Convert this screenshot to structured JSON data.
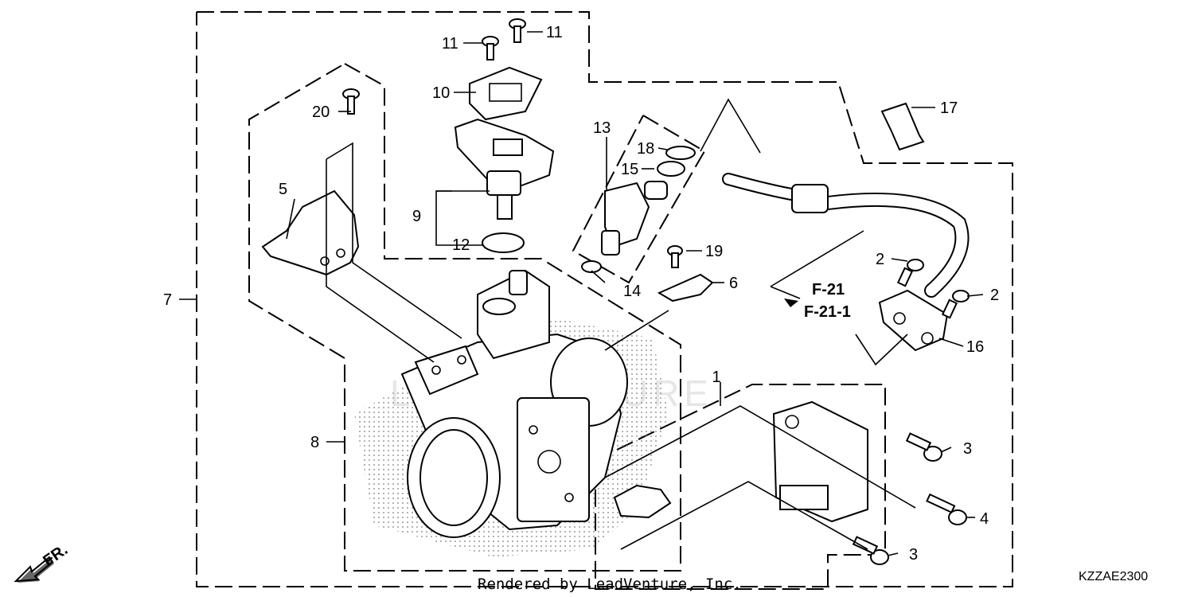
{
  "callouts": [
    "1",
    "2",
    "2",
    "3",
    "3",
    "4",
    "5",
    "6",
    "7",
    "8",
    "9",
    "10",
    "11",
    "11",
    "12",
    "13",
    "14",
    "15",
    "16",
    "17",
    "18",
    "19",
    "20"
  ],
  "references": [
    "F-21",
    "F-21-1"
  ],
  "direction_label": "FR.",
  "diagram_code": "KZZAE2300",
  "credit": "Rendered by LeadVenture, Inc.",
  "watermark": "LEADVENTURE"
}
